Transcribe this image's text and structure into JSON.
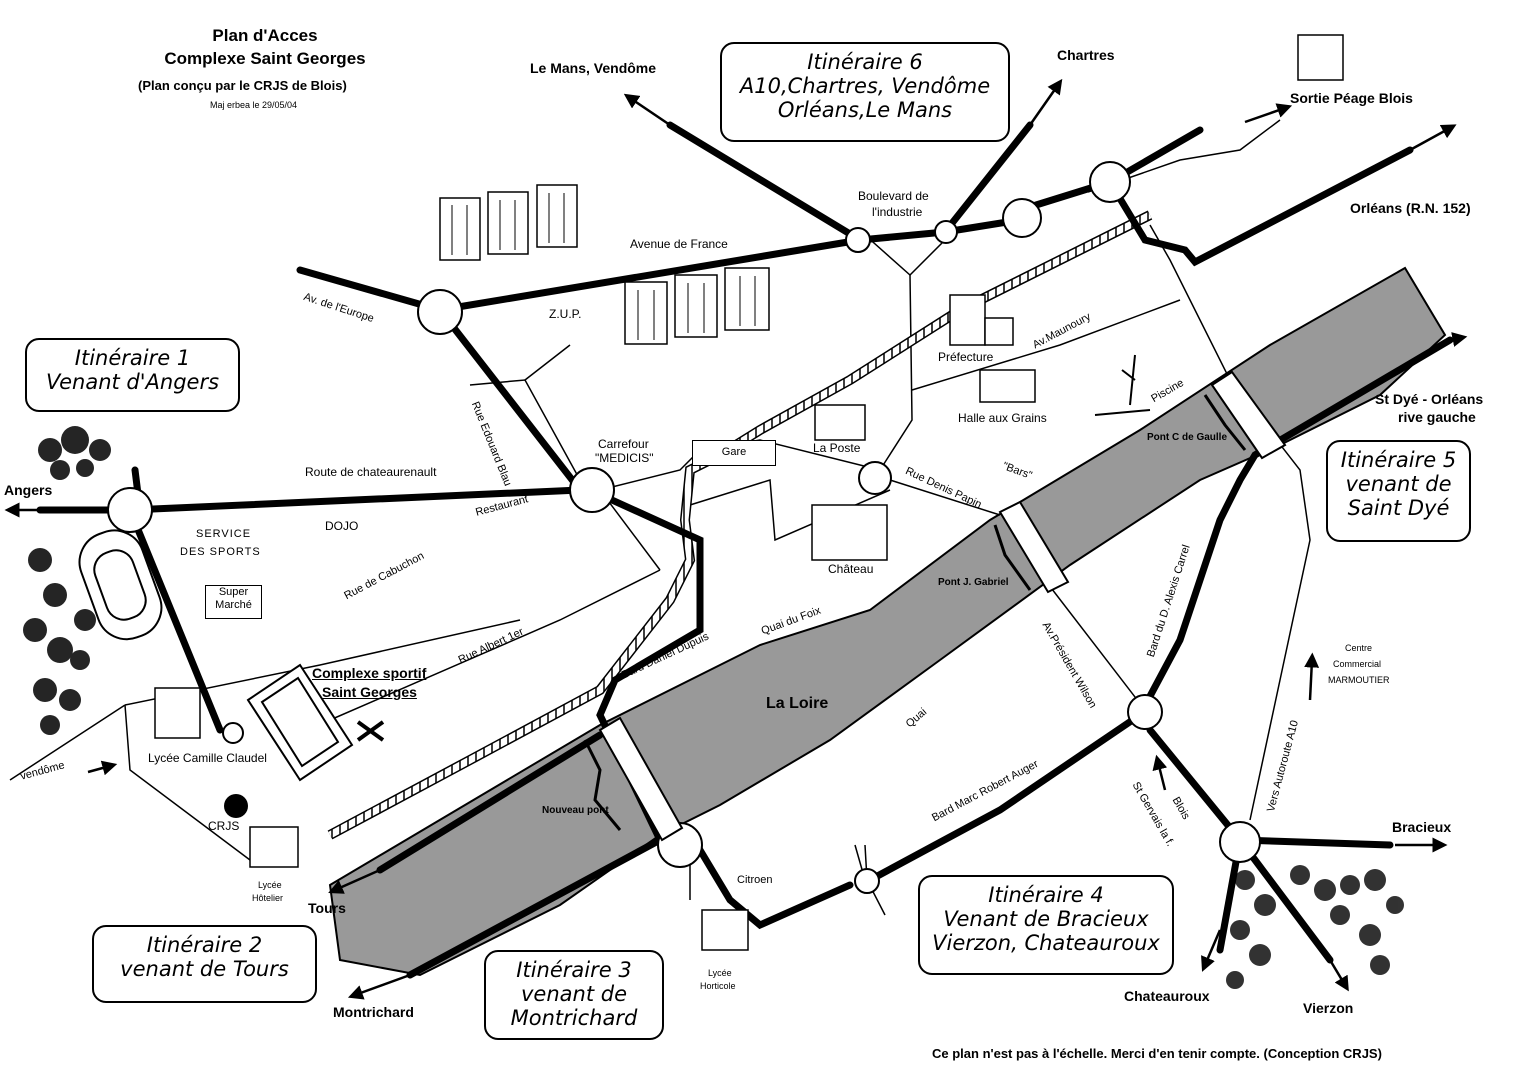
{
  "header": {
    "title_line1": "Plan d'Acces",
    "title_line2": "Complexe Saint Georges",
    "subtitle": "(Plan conçu par le CRJS de Blois)",
    "updated": "Maj erbea le 29/05/04"
  },
  "itineraries": [
    {
      "line1": "Itinéraire 1",
      "line2": "Venant d'Angers",
      "line3": ""
    },
    {
      "line1": "Itinéraire 2",
      "line2": "venant de Tours",
      "line3": ""
    },
    {
      "line1": "Itinéraire 3",
      "line2": "venant de",
      "line3": "Montrichard"
    },
    {
      "line1": "Itinéraire 4",
      "line2": "Venant de Bracieux",
      "line3": "Vierzon, Chateauroux"
    },
    {
      "line1": "Itinéraire 5",
      "line2": "venant de",
      "line3": "Saint Dyé"
    },
    {
      "line1": "Itinéraire 6",
      "line2": "A10,Chartres, Vendôme",
      "line3": "Orléans,Le Mans"
    }
  ],
  "destinations": {
    "le_mans": "Le Mans, Vendôme",
    "chartres": "Chartres",
    "peage": "Sortie Péage Blois",
    "orleans": "Orléans (R.N. 152)",
    "st_dye_1": "St Dyé - Orléans",
    "st_dye_2": "rive gauche",
    "angers": "Angers",
    "tours": "Tours",
    "montrichard": "Montrichard",
    "bracieux": "Bracieux",
    "chateauroux": "Chateauroux",
    "vierzon": "Vierzon"
  },
  "places": {
    "boulevard_industrie_1": "Boulevard de",
    "boulevard_industrie_2": "l'industrie",
    "avenue_france": "Avenue de France",
    "zup": "Z.U.P.",
    "carrefour_1": "Carrefour",
    "carrefour_2": "\"MEDICIS\"",
    "route_chateaurenault": "Route de chateaurenault",
    "service_sports_1": "SERVICE",
    "service_sports_2": "DES SPORTS",
    "dojo": "DOJO",
    "restaurant": "Restaurant",
    "super_marche_1": "Super",
    "super_marche_2": "Marché",
    "complexe_1": "Complexe sportif",
    "complexe_2": "Saint Georges",
    "lycee_claudel": "Lycée Camille Claudel",
    "crjs": "CRJS",
    "lycee_hotelier_1": "Lycée",
    "lycee_hotelier_2": "Hôtelier",
    "gare": "Gare",
    "la_poste": "La Poste",
    "chateau": "Château",
    "prefecture": "Préfecture",
    "halle": "Halle aux Grains",
    "piscine": "Piscine",
    "pont_gaulle": "Pont C de Gaulle",
    "pont_gabriel": "Pont J. Gabriel",
    "nouveau_pont": "Nouveau pont",
    "la_loire": "La Loire",
    "lycee_horticole_1": "Lycée",
    "lycee_horticole_2": "Horticole",
    "citroen": "Citroen",
    "centre_1": "Centre",
    "centre_2": "Commercial",
    "centre_3": "MARMOUTIER"
  },
  "streets": {
    "av_europe": "Av. de l'Europe",
    "rue_edouard_blau": "Rue Edouard Blau",
    "rue_cabuchon": "Rue de Cabuchon",
    "rue_albert": "Rue Albert 1er",
    "bd_daniel_dupuis": "Bard Daniel Dupuis",
    "quai_foix": "Quai du Foix",
    "av_maunoury": "Av.Maunoury",
    "rue_denis_papin": "Rue Denis Papin",
    "bars": "\"Bars\"",
    "av_wilson": "Av.Président Wilson",
    "quai": "Quai",
    "bd_auger": "Bard Marc Robert Auger",
    "bd_carrel": "Bard du D. Alexis Carrel",
    "st_gervais": "St Gervais la f.",
    "blois": "Blois",
    "vers_a10": "Vers Autoroute A10",
    "vendome_road": "vendôme"
  },
  "footer": "Ce plan n'est pas à l'échelle. Merci d'en tenir compte. (Conception CRJS)"
}
